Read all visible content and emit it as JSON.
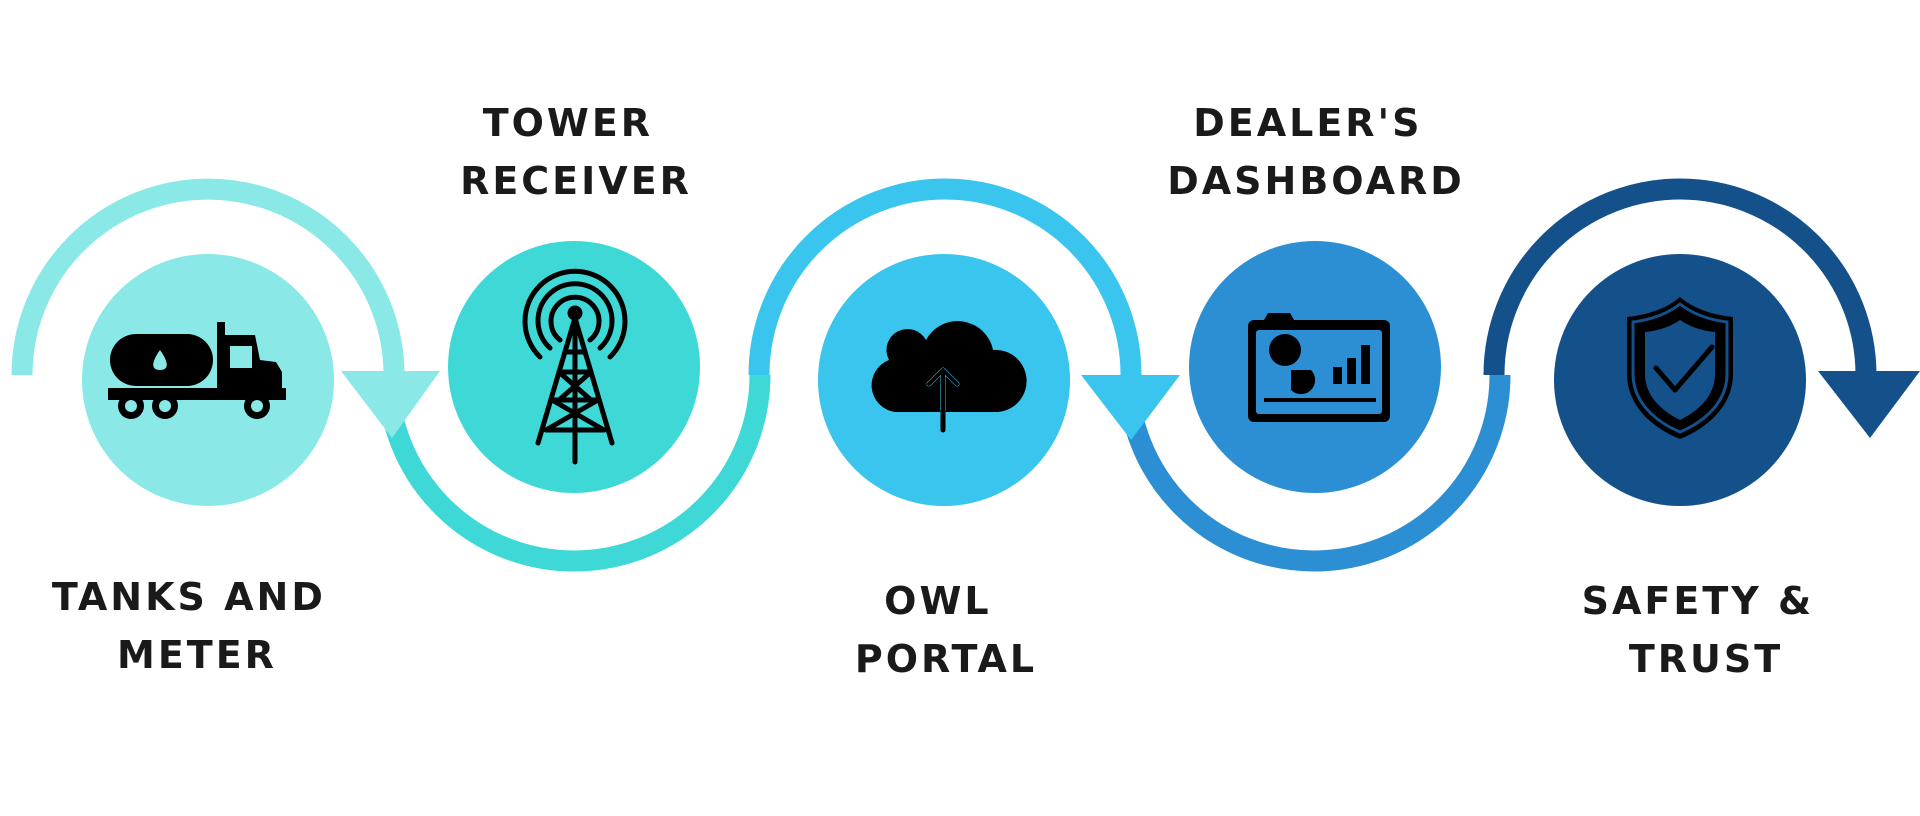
{
  "steps": [
    {
      "line1": "TANKS AND",
      "line2": "METER",
      "icon": "tanker-truck-icon",
      "color": "#8AE9E7"
    },
    {
      "line1": "TOWER",
      "line2": "RECEIVER",
      "icon": "radio-tower-icon",
      "color": "#3ED9D7"
    },
    {
      "line1": "OWL",
      "line2": "PORTAL",
      "icon": "cloud-upload-icon",
      "color": "#39C5EE"
    },
    {
      "line1": "DEALER'S",
      "line2": "DASHBOARD",
      "icon": "dashboard-icon",
      "color": "#2C8FD3"
    },
    {
      "line1": "SAFETY &",
      "line2": "TRUST",
      "icon": "shield-check-icon",
      "color": "#14508A"
    }
  ]
}
